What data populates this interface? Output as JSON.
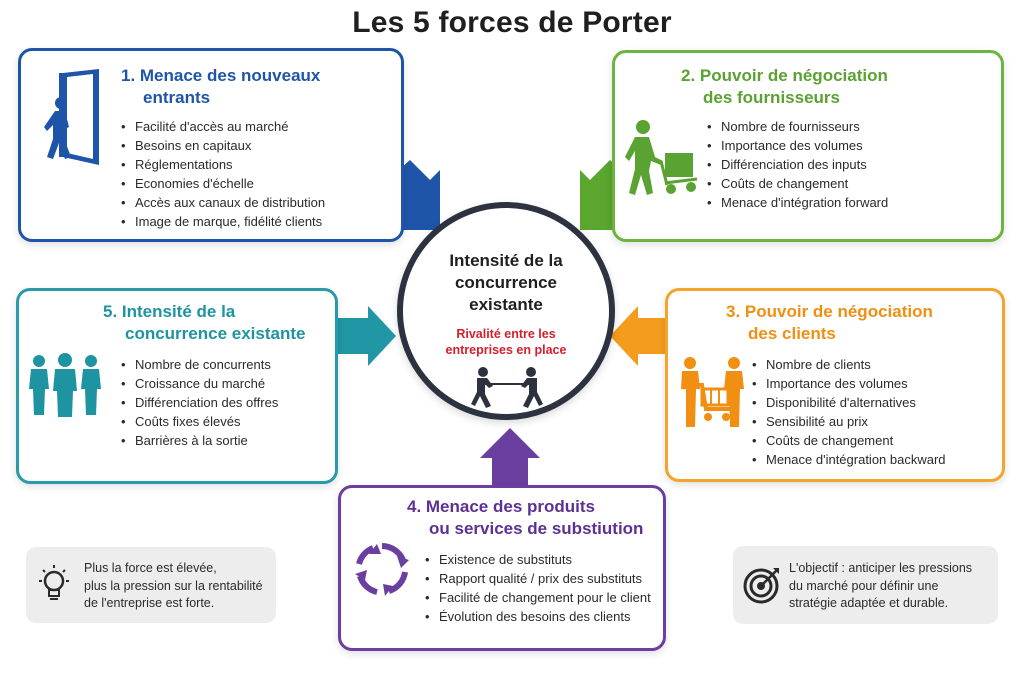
{
  "title": "Les 5 forces de Porter",
  "colors": {
    "force1": "#1f55a8",
    "force2": "#6db33f",
    "force3": "#f4a32c",
    "force4": "#6a3fa0",
    "force5": "#2a9aa8",
    "center_border": "#2c3240",
    "center_subtitle": "#d4202c"
  },
  "center": {
    "title_line1": "Intensité de la",
    "title_line2": "concurrence",
    "title_line3": "existante",
    "subtitle_line1": "Rivalité entre les",
    "subtitle_line2": "entreprises en place",
    "icon": "tug-of-war-icon"
  },
  "forces": {
    "f1": {
      "title_line1": "1. Menace des nouveaux",
      "title_line2": "entrants",
      "icon": "person-entering-door-icon",
      "items": [
        "Facilité d'accès au marché",
        "Besoins en capitaux",
        "Réglementations",
        "Economies d'échelle",
        "Accès aux canaux de distribution",
        "Image de marque, fidélité clients"
      ]
    },
    "f2": {
      "title_line1": "2. Pouvoir de négociation",
      "title_line2": "des fournisseurs",
      "icon": "delivery-person-icon",
      "items": [
        "Nombre de fournisseurs",
        "Importance des volumes",
        "Différenciation des inputs",
        "Coûts de changement",
        "Menace d'intégration forward"
      ]
    },
    "f3": {
      "title_line1": "3. Pouvoir de négociation",
      "title_line2": "des clients",
      "icon": "shopping-cart-customers-icon",
      "items": [
        "Nombre de clients",
        "Importance des volumes",
        "Disponibilité d'alternatives",
        "Sensibilité au prix",
        "Coûts de changement",
        "Menace d'intégration backward"
      ]
    },
    "f4": {
      "title_line1": "4. Menace des produits",
      "title_line2": "ou services de substiution",
      "icon": "cycle-arrows-icon",
      "items": [
        "Existence de substituts",
        "Rapport qualité / prix des substituts",
        "Facilité de changement pour le client",
        "Évolution des besoins des clients"
      ]
    },
    "f5": {
      "title_line1": "5. Intensité de la",
      "title_line2": "concurrence existante",
      "icon": "group-of-people-icon",
      "items": [
        "Nombre de concurrents",
        "Croissance du marché",
        "Différenciation des offres",
        "Coûts fixes élevés",
        "Barrières à la sortie"
      ]
    }
  },
  "notes": {
    "left": {
      "icon": "lightbulb-icon",
      "line1": "Plus la force est élevée,",
      "line2": "plus la pression sur la rentabilité",
      "line3": "de l'entreprise est forte."
    },
    "right": {
      "icon": "target-icon",
      "line1": "L'objectif : anticiper les pressions",
      "line2": "du marché pour définir une",
      "line3": "stratégie adaptée et durable."
    }
  }
}
